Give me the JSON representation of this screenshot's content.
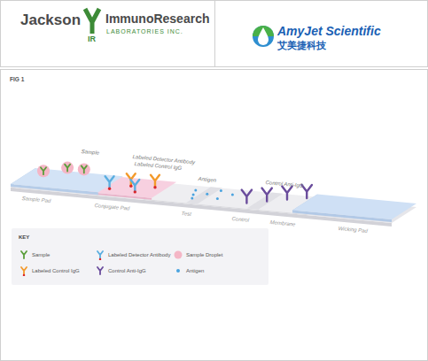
{
  "diagram": {
    "nodes": [
      {
        "text": [
          "Jackson",
          "ImmunoResearch",
          "LABORATORIES INC."
        ]
      },
      {
        "text": [
          "AmyJet Scientific",
          "艾美捷科技"
        ]
      },
      {
        "text": [
          "FIG 1"
        ]
      },
      {
        "text": [
          "KEY"
        ],
        "in": 2
      }
    ],
    "labels": [
      "IR",
      "Sample",
      "Labeled Detector Antibody",
      "Labeled Control IgG",
      "Antigen",
      "Control Anti-IgG",
      "Sample Pad",
      "Conjugate Pad",
      "Test",
      "Control",
      "Membrane",
      "Wicking Pad"
    ],
    "legend": [
      {
        "text": "Sample"
      },
      {
        "text": "Labeled Control IgG"
      },
      {
        "text": "Labeled Detector Antibody"
      },
      {
        "text": "Control Anti-IgG"
      },
      {
        "text": "Sample Droplet"
      },
      {
        "text": "Antigen"
      }
    ]
  }
}
